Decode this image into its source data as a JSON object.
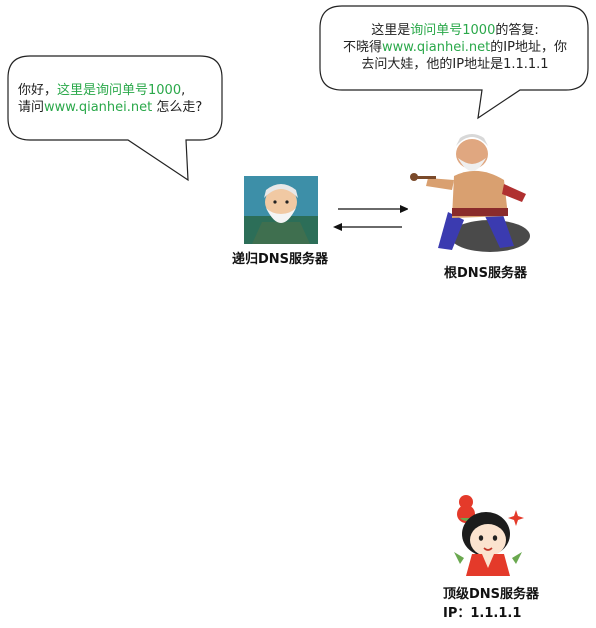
{
  "left_bubble": {
    "line1_prefix": "你好，",
    "line1_highlight": "这里是询问单号1000",
    "line1_suffix": ",",
    "line2_prefix": "请问",
    "line2_highlight": "www.qianhei.net",
    "line2_suffix": " 怎么走?"
  },
  "right_bubble": {
    "line1_prefix": "这里是",
    "line1_highlight": "询问单号1000",
    "line1_suffix": "的答复:",
    "line2_prefix": "不晓得",
    "line2_highlight": "www.qianhei.net",
    "line2_suffix": "的IP地址，你",
    "line3": "去问大娃，他的IP地址是1.1.1.1"
  },
  "nodes": {
    "recursive": {
      "label": "递归DNS服务器",
      "icon": "old-sage-portrait"
    },
    "root": {
      "label": "根DNS服务器",
      "icon": "warrior-elder-portrait"
    },
    "tld": {
      "label": "顶级DNS服务器",
      "ip_line": "IP：1.1.1.1",
      "icon": "gourd-baby-portrait"
    }
  },
  "colors": {
    "highlight": "#2aa84a",
    "bubble_stroke": "#222222",
    "arrow": "#111111"
  }
}
